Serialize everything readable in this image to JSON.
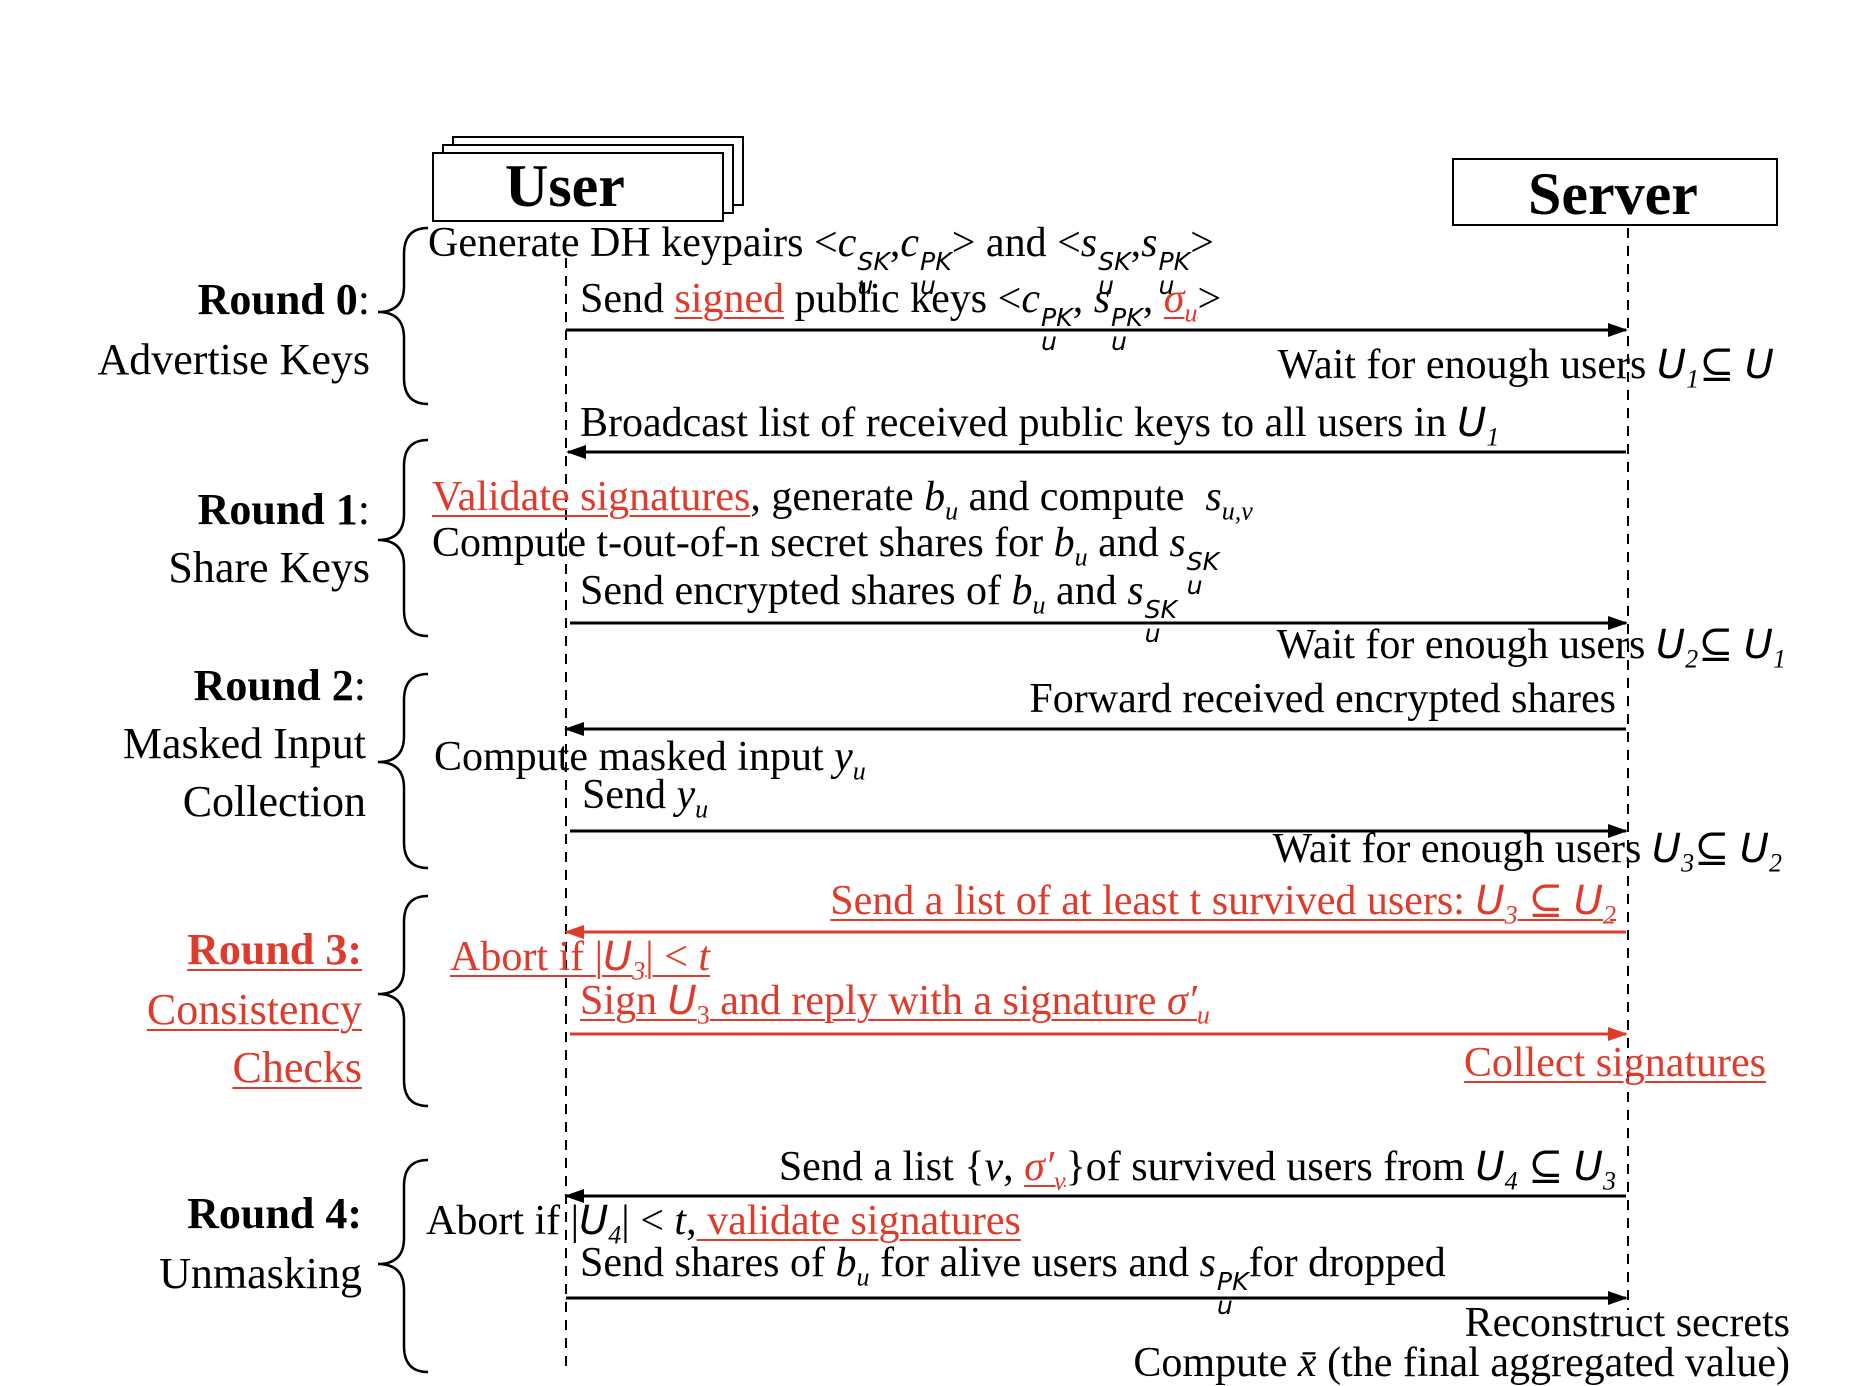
{
  "actors": {
    "user": "User",
    "server": "Server"
  },
  "rounds": [
    {
      "name": "Round 0",
      "colon": ":",
      "subtitle": [
        "Advertise Keys"
      ]
    },
    {
      "name": "Round 1",
      "colon": ":",
      "subtitle": [
        "Share Keys"
      ]
    },
    {
      "name": "Round 2",
      "colon": ":",
      "subtitle": [
        "Masked Input",
        "Collection"
      ]
    },
    {
      "name": "Round 3:",
      "subtitle": [
        "Consistency",
        "Checks"
      ]
    },
    {
      "name": "Round 4:",
      "subtitle": [
        "Unmasking"
      ]
    }
  ],
  "steps": {
    "r0": {
      "gen_a": "Generate DH keypairs <",
      "gen_b": "> and <",
      "gen_c": ">",
      "send_a": "Send ",
      "send_signed": "signed",
      "send_b": " public keys <",
      "wait": "Wait for enough users ",
      "broadcast": "Broadcast list of received public keys to all users in "
    },
    "r1": {
      "validate": "Validate signatures",
      "validate_rest": ", generate ",
      "and_compute": " and compute ",
      "compute_shares": "Compute t-out-of-n secret shares for ",
      "and": " and ",
      "send_enc": "Send encrypted shares of ",
      "wait": "Wait for enough users "
    },
    "r2": {
      "forward": "Forward received encrypted shares",
      "compute_masked": "Compute masked input ",
      "send": "Send ",
      "wait": "Wait for enough users "
    },
    "r3": {
      "send_list": "Send a list of at least t survived users: ",
      "abort": "Abort if ",
      "sign": "Sign ",
      "sign_rest": " and reply with a signature ",
      "collect": "Collect signatures"
    },
    "r4": {
      "send_list_a": "Send a list {",
      "send_list_b": "}of survived users from ",
      "abort": "Abort if ",
      "validate": " validate signatures",
      "send_shares_a": "Send shares of ",
      "send_shares_b": " for alive users and ",
      "send_shares_c": "for dropped",
      "reconstruct": "Reconstruct secrets",
      "compute_final": " (the final aggregated value)"
    }
  },
  "colors": {
    "accent": "#e03a2b",
    "ink": "#000000"
  }
}
